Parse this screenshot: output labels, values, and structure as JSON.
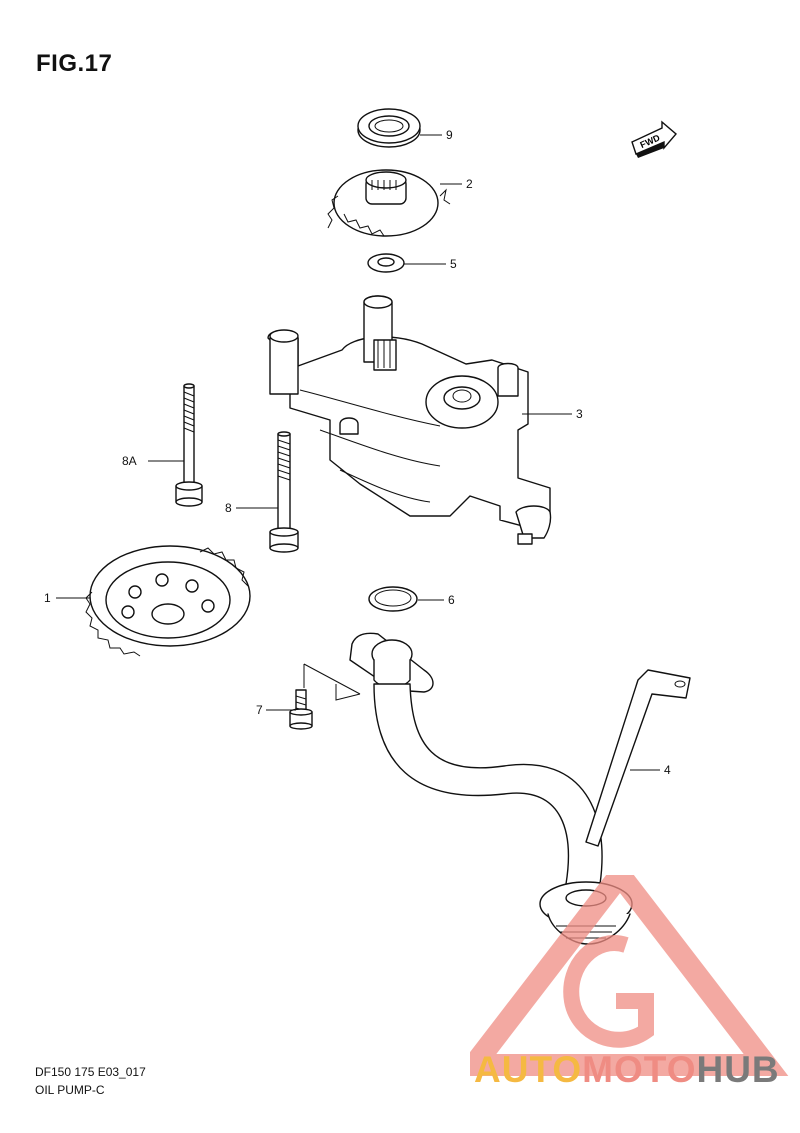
{
  "figure_title": "FIG.17",
  "fwd_label": "FWD",
  "callouts": {
    "c9": "9",
    "c2": "2",
    "c5": "5",
    "c3": "3",
    "c8a": "8A",
    "c8": "8",
    "c1": "1",
    "c6": "6",
    "c7": "7",
    "c4": "4"
  },
  "footer": {
    "code": "DF150 175 E03_017",
    "name": "OIL PUMP-C"
  },
  "watermark": {
    "part1": "AUTO",
    "part2": "MOTO",
    "part3": "HUB",
    "colors": {
      "auto": "#f5b942",
      "moto": "#ef8c83",
      "hub": "#7a7a7a",
      "triangle": "#ef8c83"
    }
  }
}
